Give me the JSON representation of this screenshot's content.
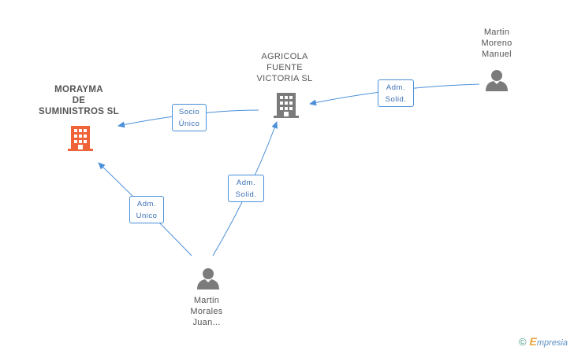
{
  "nodes": {
    "morayma": "MORAYMA\nDE\nSUMINISTROS SL",
    "agricola": "AGRICOLA\nFUENTE\nVICTORIA SL",
    "martin_moreno": "Martin\nMoreno\nManuel",
    "martin_morales": "Martin\nMorales\nJuan..."
  },
  "edges": {
    "socio_unico": "Socio\nÚnico",
    "adm_unico": "Adm.\nUnico",
    "adm_solid_agricola": "Adm.\nSolid.",
    "adm_solid_moreno": "Adm.\nSolid."
  },
  "brand": {
    "copyright": "©",
    "name_initial": "E",
    "name_rest": "mpresia"
  },
  "colors": {
    "main_company": "#f06237",
    "company": "#7b7b7b",
    "person": "#7b7b7b",
    "edge": "#4a8fd9"
  }
}
